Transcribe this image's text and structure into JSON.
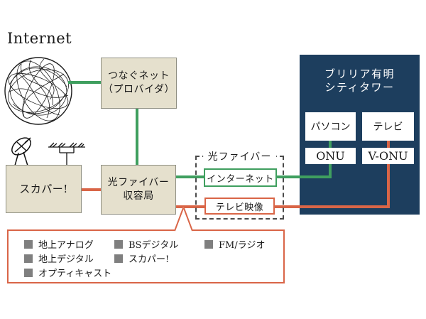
{
  "palette": {
    "green": "#3f9f5f",
    "red": "#d96547",
    "navy": "#1d3e5e",
    "beige": "#e5e0cd",
    "bullet": "#7f7f7f"
  },
  "internet_label": "Internet",
  "nodes": {
    "tsunagu": {
      "line1": "つなぐネット",
      "line2": "（プロバイダ）"
    },
    "skyper": {
      "label": "スカパー!"
    },
    "station": {
      "line1": "光ファイバー",
      "line2": "収容局"
    },
    "fiber_group": {
      "label": "光ファイバー",
      "internet_line": "インターネット",
      "tv_line": "テレビ映像"
    },
    "building": {
      "title_line1": "ブリリア有明",
      "title_line2": "シティタワー",
      "pc": "パソコン",
      "tv": "テレビ",
      "onu": "ONU",
      "vonu": "V-ONU"
    }
  },
  "legend": {
    "columns": [
      [
        "地上アナログ",
        "地上デジタル",
        "オプティキャスト"
      ],
      [
        "BSデジタル",
        "スカパー!"
      ],
      [
        "FM/ラジオ"
      ]
    ]
  },
  "icons": {
    "globe": "globe-icon",
    "dish": "satellite-dish-icon",
    "antenna": "tv-antenna-icon",
    "bullet": "square-bullet-icon"
  }
}
